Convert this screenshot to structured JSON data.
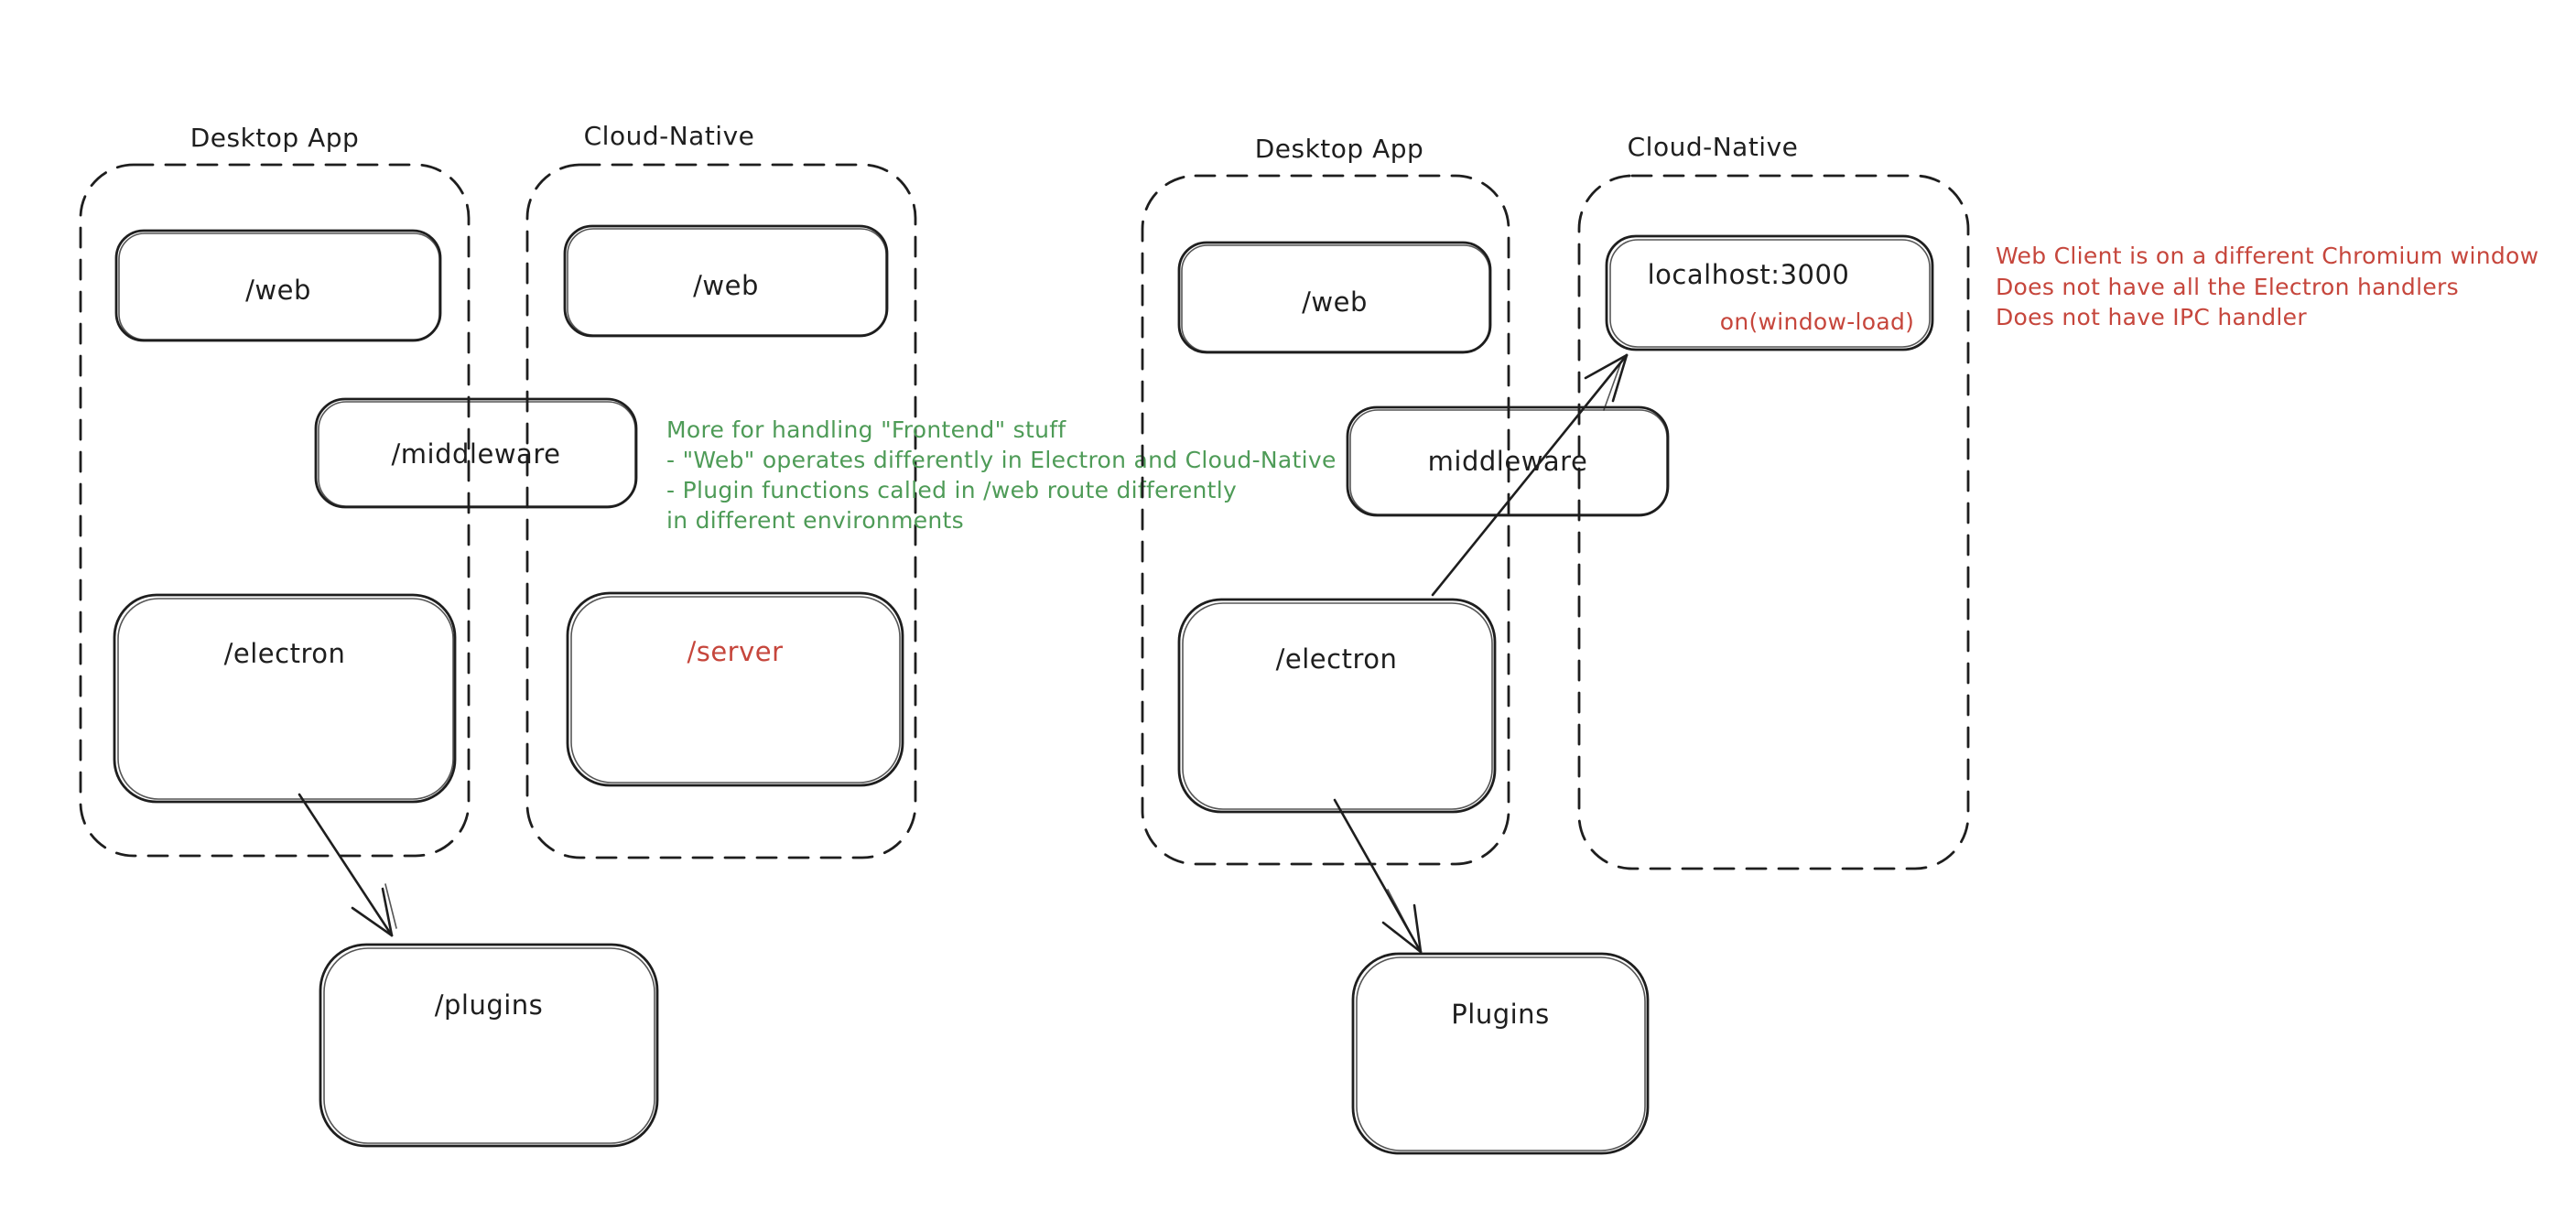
{
  "colors": {
    "background": "#ffffff",
    "ink": "#1e1e1e",
    "green": "#4e9b57",
    "red": "#c6463c"
  },
  "left_diagram": {
    "desktop_container_title": "Desktop App",
    "cloud_container_title": "Cloud-Native",
    "desktop_web_label": "/web",
    "cloud_web_label": "/web",
    "middleware_label": "/middleware",
    "electron_label": "/electron",
    "server_label": "/server",
    "plugins_label": "/plugins",
    "green_note": {
      "lines": [
        "More for handling \"Frontend\" stuff",
        "- \"Web\" operates differently in Electron and Cloud-Native",
        "- Plugin functions called in /web route differently",
        "in different environments"
      ]
    }
  },
  "right_diagram": {
    "desktop_container_title": "Desktop App",
    "cloud_container_title": "Cloud-Native",
    "desktop_web_label": "/web",
    "middleware_label": "middleware",
    "electron_label": "/electron",
    "localhost_label": "localhost:3000",
    "window_load_label": "on(window-load)",
    "plugins_label": "Plugins",
    "red_note": {
      "lines": [
        "Web Client is on a different Chromium window",
        "Does not have all the Electron handlers",
        "Does not have IPC handler"
      ]
    }
  }
}
